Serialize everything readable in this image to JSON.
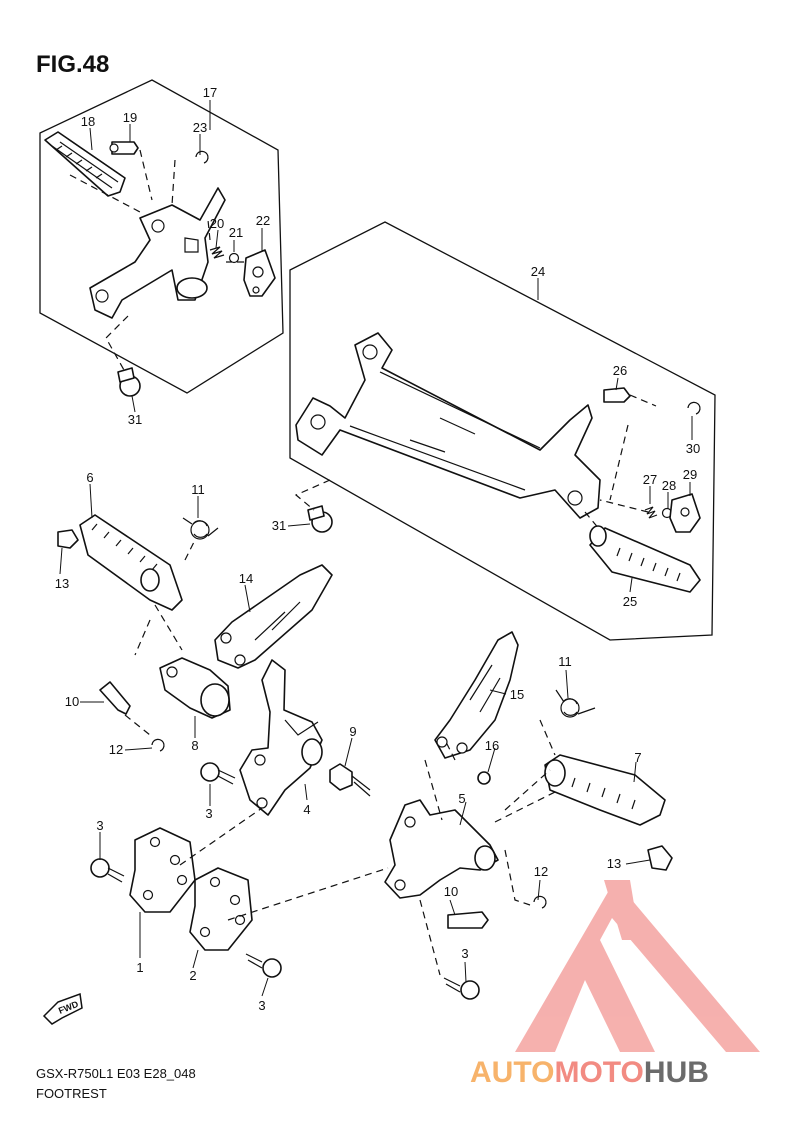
{
  "figure": {
    "title": "FIG.48"
  },
  "footer": {
    "model_line": "GSX-R750L1  E03  E28_048",
    "section": "FOOTREST"
  },
  "fwd_badge": "FWD",
  "watermark": {
    "part1": "AUTO",
    "part2": "MOTO",
    "part3": "HUB",
    "colors": {
      "part1": "#f7b36b",
      "part2": "#f28b82",
      "part3": "#6b6b6b",
      "logo": "#f4a3a0"
    }
  },
  "callouts": {
    "c1": "1",
    "c2": "2",
    "c3a": "3",
    "c3b": "3",
    "c3c": "3",
    "c3d": "3",
    "c4": "4",
    "c5": "5",
    "c6": "6",
    "c7": "7",
    "c8": "8",
    "c9": "9",
    "c10a": "10",
    "c10b": "10",
    "c11a": "11",
    "c11b": "11",
    "c12a": "12",
    "c12b": "12",
    "c13a": "13",
    "c13b": "13",
    "c14": "14",
    "c15": "15",
    "c16": "16",
    "c17": "17",
    "c18": "18",
    "c19": "19",
    "c20": "20",
    "c21": "21",
    "c22": "22",
    "c23": "23",
    "c24": "24",
    "c25": "25",
    "c26": "26",
    "c27": "27",
    "c28": "28",
    "c29": "29",
    "c30": "30",
    "c31a": "31",
    "c31b": "31"
  }
}
